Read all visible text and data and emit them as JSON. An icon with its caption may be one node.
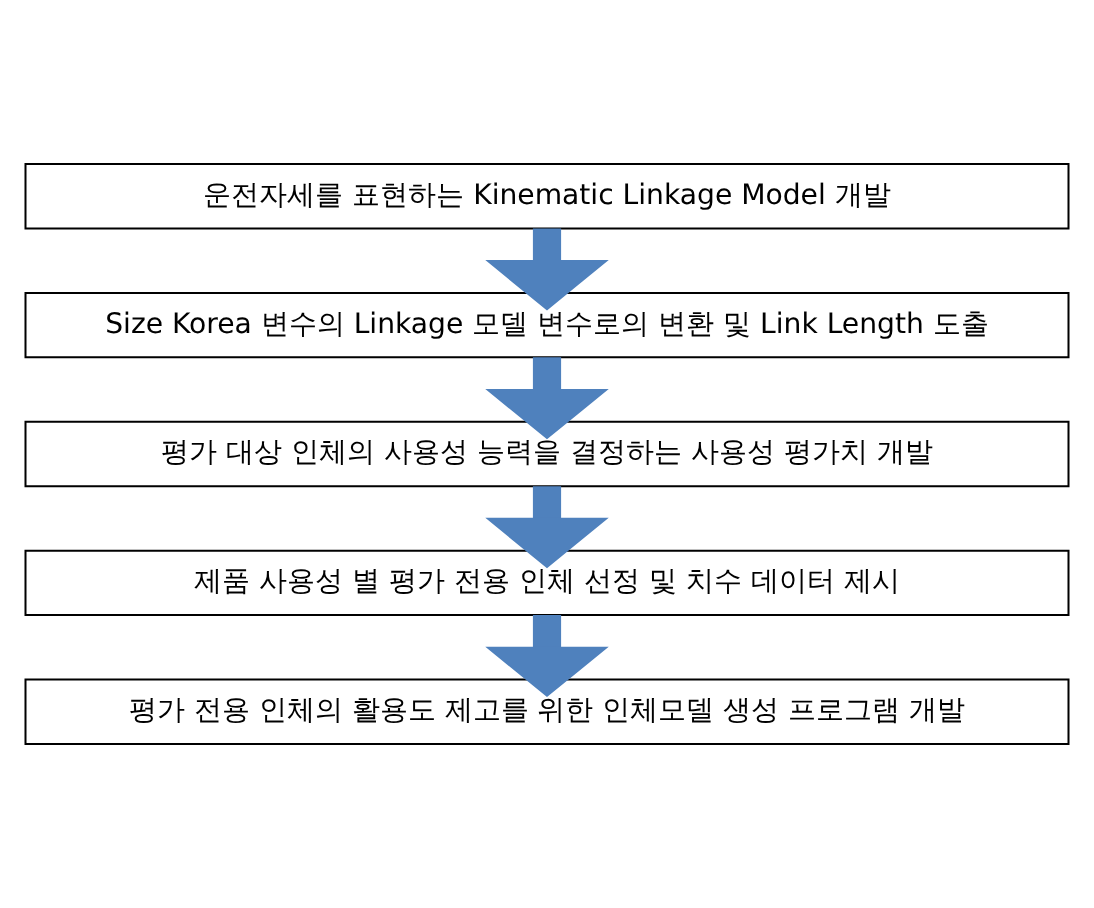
{
  "diagram": {
    "nodes": [
      {
        "text": [
          "운전자세를 표현하는 Kinematic Linkage Model 개발"
        ]
      },
      {
        "text": [
          "Size Korea 변수의 Linkage 모델 변수로의 변환 및 Link Length 도출"
        ]
      },
      {
        "text": [
          "평가 대상 인체의 사용성 능력을 결정하는 사용성 평가치 개발"
        ]
      },
      {
        "text": [
          "제품 사용성 별 평가 전용 인체 선정 및 치수 데이터 제시"
        ]
      },
      {
        "text": [
          "평가 전용 인체의 활용도 제고를 위한 인체모델 생성 프로그램 개발"
        ]
      }
    ],
    "edges": [
      {
        "from": 0,
        "to": 1,
        "arrow": "to"
      },
      {
        "from": 1,
        "to": 2,
        "arrow": "to"
      },
      {
        "from": 2,
        "to": 3,
        "arrow": "to"
      },
      {
        "from": 3,
        "to": 4,
        "arrow": "to"
      }
    ]
  }
}
